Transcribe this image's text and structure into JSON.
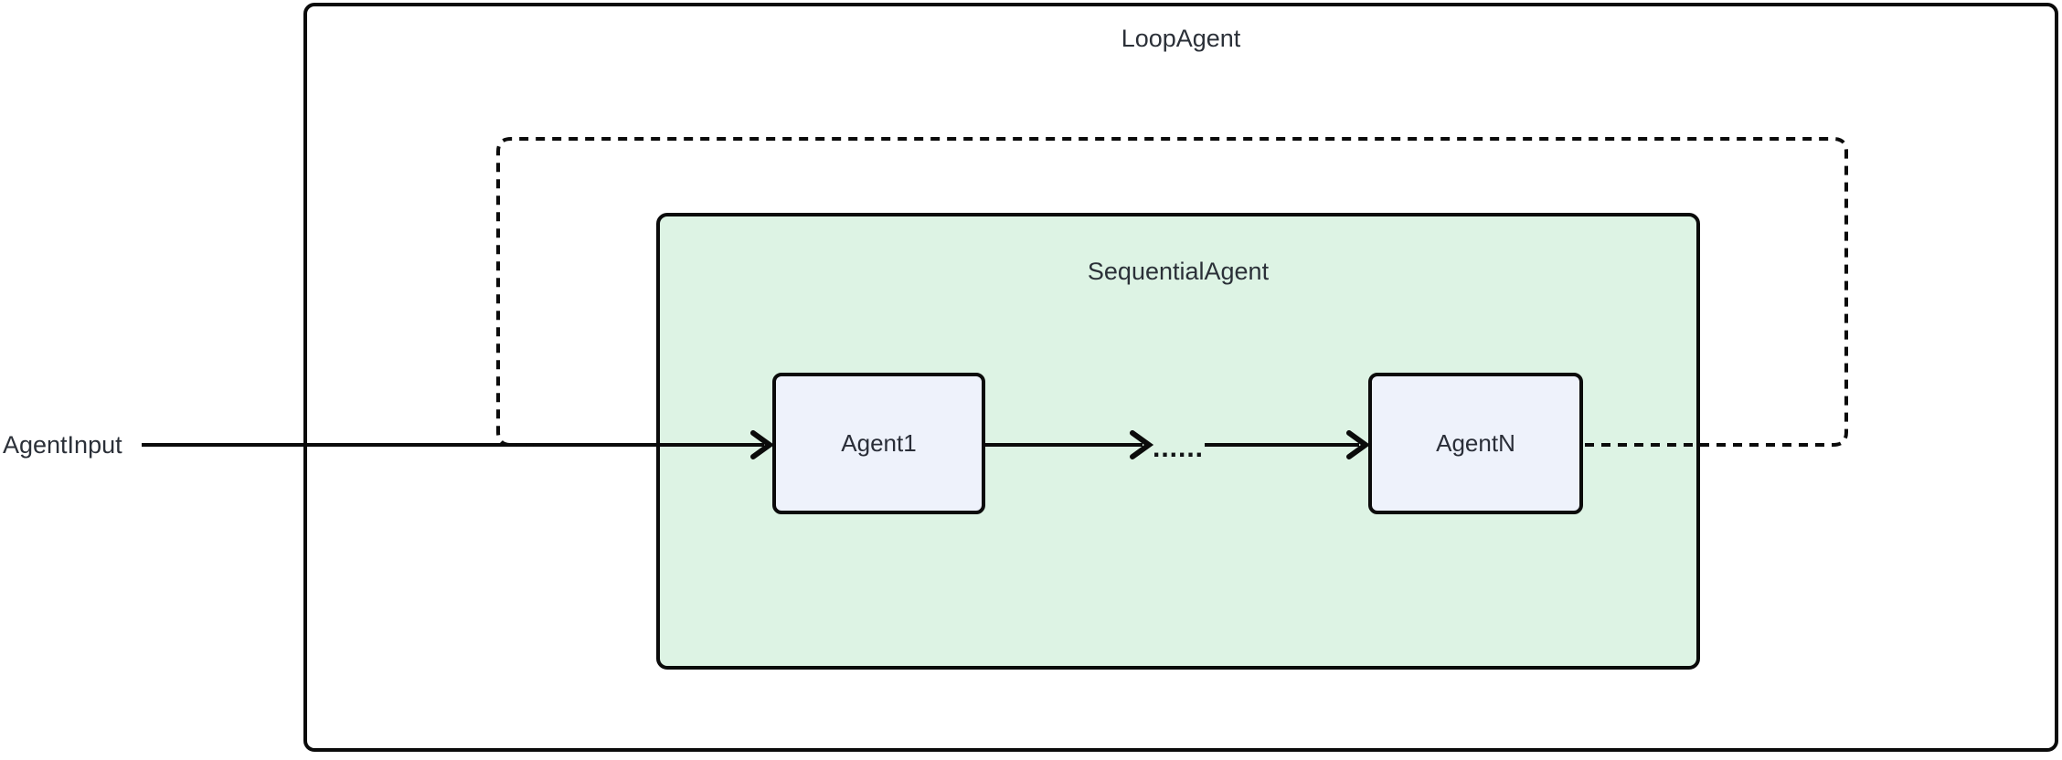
{
  "diagram": {
    "type": "agent-loop-flowchart",
    "loop_container": {
      "label": "LoopAgent"
    },
    "sequential_container": {
      "label": "SequentialAgent"
    },
    "nodes": {
      "first": {
        "label": "Agent1"
      },
      "last": {
        "label": "AgentN"
      }
    },
    "input": {
      "label": "AgentInput"
    },
    "edges": {
      "ellipsis_label": "......"
    },
    "colors": {
      "background": "#ffffff",
      "line": "#0b0b0b",
      "container_border": "#0b0b0b",
      "sequential_fill": "#ddf3e4",
      "node_fill": "#eef2fb",
      "node_border": "#0b0b0b",
      "text": "#2b3038"
    }
  }
}
